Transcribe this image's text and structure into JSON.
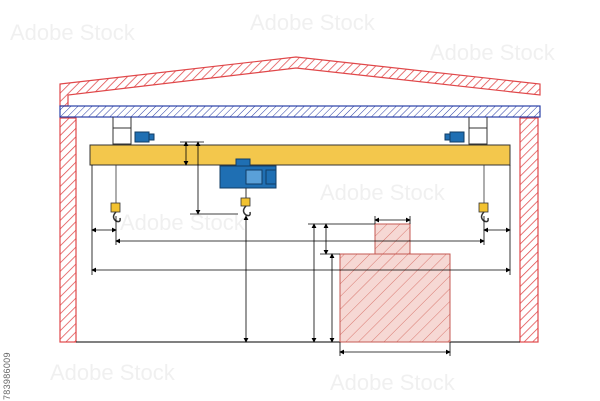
{
  "image_id_text": "783986009",
  "watermark": {
    "brand_text": "Adobe Stock"
  },
  "colors": {
    "wall_hatch": "#e0484a",
    "roof_outline": "#e0484a",
    "beam_fill": "#f3c74c",
    "beam_stroke": "#333333",
    "rail": "#2a3fa6",
    "hoist": "#1f6fb3",
    "hook": "#f2c230",
    "load_fill": "#f6c9c4",
    "dimension_line": "#000000"
  },
  "components": {
    "building": "building-frame",
    "beam": "crane-girder",
    "hoist": "electric-hoist",
    "hooks": [
      "hook-left",
      "hook-center",
      "hook-right"
    ],
    "load": "cargo-load"
  }
}
